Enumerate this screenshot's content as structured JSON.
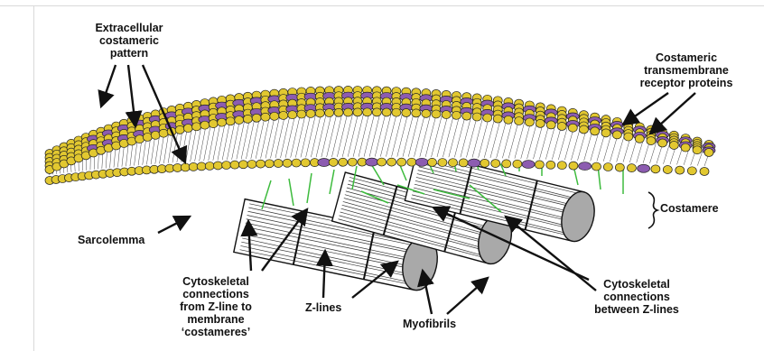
{
  "labels": {
    "extracellular": [
      "Extracellular",
      "costameric",
      "pattern"
    ],
    "receptors": [
      "Costameric",
      "transmembrane",
      "receptor proteins"
    ],
    "costamere": "Costamere",
    "sarcolemma": "Sarcolemma",
    "cyto_zline_membrane": [
      "Cytoskeletal",
      "connections",
      "from Z-line to",
      "membrane",
      "‘costameres’"
    ],
    "zlines": "Z-lines",
    "myofibrils": "Myofibrils",
    "cyto_between": [
      "Cytoskeletal",
      "connections",
      "between Z-lines"
    ]
  },
  "colors": {
    "lipid_head": "#e2c830",
    "protein": "#8c5cb0",
    "connection": "#3dbb3d",
    "fibril_end": "#a9a9a9",
    "outline": "#111111"
  }
}
